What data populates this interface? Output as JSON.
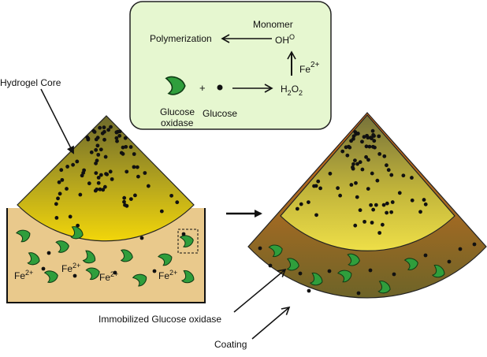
{
  "labels": {
    "hydrogel_core": "Hydrogel Core",
    "immobilized_enzyme": "Immobilized Glucose oxidase",
    "coating": "Coating",
    "iron_ion": "Fe",
    "iron_charge": "2+"
  },
  "reaction_box": {
    "monomer": "Monomer",
    "polymerization": "Polymerization",
    "radical_base": "OH",
    "radical_mark": "O",
    "catalyst_base": "Fe",
    "catalyst_charge": "2+",
    "enzyme_line1": "Glucose",
    "enzyme_line2": "oxidase",
    "plus": "+",
    "substrate": "Glucose",
    "product_h": "H",
    "product_sub1": "2",
    "product_o": "O",
    "product_sub2": "2"
  },
  "colors": {
    "core_top": "#6e6a2c",
    "core_bottom": "#f2d60a",
    "coating_outer": "#6d6428",
    "coating_inner": "#c8661b",
    "bath": "#e9c98c",
    "enzyme": "#2f9e3c",
    "box_fill": "#e6f7d0",
    "box_stroke": "#222222"
  },
  "icons": [
    "enzyme-icon",
    "glucose-dot-icon",
    "arrow-icon"
  ]
}
